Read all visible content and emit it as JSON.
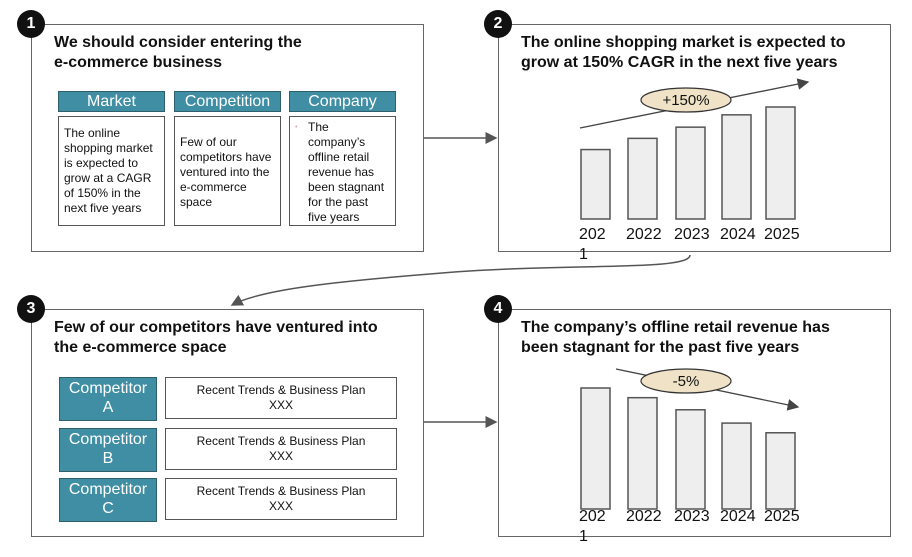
{
  "panels": [
    {
      "number": "1",
      "title_lines": [
        "We should consider entering the",
        "e-commerce business"
      ]
    },
    {
      "number": "2",
      "title_lines": [
        "The online shopping market is expected to",
        "grow at 150% CAGR in the next five years"
      ]
    },
    {
      "number": "3",
      "title_lines": [
        "Few of our competitors have ventured into",
        "the e-commerce space"
      ]
    },
    {
      "number": "4",
      "title_lines": [
        "The company’s offline retail revenue has",
        "been stagnant for the past five years"
      ]
    }
  ],
  "panel1_columns": [
    {
      "header": "Market",
      "body_lines": [
        "The online",
        "shopping market",
        "is expected to",
        "grow at a CAGR",
        "of 150% in the",
        "next five years"
      ]
    },
    {
      "header": "Competition",
      "body_lines": [
        "Few of our",
        "competitors have",
        "ventured into the",
        "e-commerce",
        "space"
      ]
    },
    {
      "header": "Company",
      "bullet": "•",
      "body_lines": [
        "The",
        "company’s",
        "offline retail",
        "revenue has",
        "been stagnant",
        "for the past",
        "five years"
      ]
    }
  ],
  "panel3_rows": [
    {
      "name_lines": [
        "Competitor",
        "A"
      ],
      "plan_title": "Recent Trends & Business Plan",
      "plan_value": "XXX"
    },
    {
      "name_lines": [
        "Competitor",
        "B"
      ],
      "plan_title": "Recent Trends & Business Plan",
      "plan_value": "XXX"
    },
    {
      "name_lines": [
        "Competitor",
        "C"
      ],
      "plan_title": "Recent Trends & Business Plan",
      "plan_value": "XXX"
    }
  ],
  "colors": {
    "teal": "#3f8ea3",
    "bar_fill": "#eeeeee",
    "bar_stroke": "#555555",
    "pill": "#efe2c6",
    "pill_stroke": "#333333"
  },
  "chart_data": [
    {
      "type": "bar",
      "categories": [
        "2021",
        "2022",
        "2023",
        "2024",
        "2025"
      ],
      "category_label_lines": [
        [
          "202",
          "1"
        ],
        [
          "2022"
        ],
        [
          "2023"
        ],
        [
          "2024"
        ],
        [
          "2025"
        ]
      ],
      "values": [
        0.62,
        0.72,
        0.82,
        0.93,
        1.0
      ],
      "annotation": "+150%",
      "trend": "up"
    },
    {
      "type": "bar",
      "categories": [
        "2021",
        "2022",
        "2023",
        "2024",
        "2025"
      ],
      "category_label_lines": [
        [
          "202",
          "1"
        ],
        [
          "2022"
        ],
        [
          "2023"
        ],
        [
          "2024"
        ],
        [
          "2025"
        ]
      ],
      "values": [
        1.0,
        0.92,
        0.82,
        0.71,
        0.63
      ],
      "annotation": "-5%",
      "trend": "down"
    }
  ]
}
